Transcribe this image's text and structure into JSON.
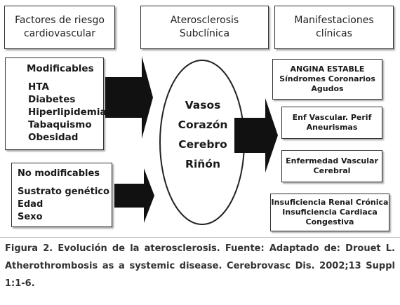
{
  "header": {
    "risk_factors": "Factores de riesgo\ncardiovascular",
    "subclinical": "Aterosclerosis\nSubclínica",
    "manifestations": "Manifestaciones\nclínicas"
  },
  "modifiable": {
    "title": "Modificables",
    "items": [
      "HTA",
      "Diabetes",
      "Hiperlipidemia",
      "Tabaquismo",
      "Obesidad"
    ]
  },
  "non_modifiable": {
    "title": "No modificables",
    "items": [
      "Sustrato genético",
      "Edad",
      "Sexo"
    ]
  },
  "organs": [
    "Vasos",
    "Corazón",
    "Cerebro",
    "Riñón"
  ],
  "manifestation_items": [
    "ANGINA ESTABLE\nSíndromes Coronarios\nAgudos",
    "Enf Vascular. Perif\nAneurismas",
    "Enfermedad Vascular\nCerebral",
    "Insuficiencia Renal Crónica\nInsuficiencia Cardiaca\nCongestiva"
  ],
  "caption": "Figura 2. Evolución de la aterosclerosis. Fuente: Adaptado de: Drouet L. Atherothrombosis as a systemic disease. Cerebrovasc Dis. 2002;13 Suppl 1:1-6.",
  "colors": {
    "arrow_fill": "#111111",
    "border": "#333333",
    "caption_text": "#333333"
  }
}
